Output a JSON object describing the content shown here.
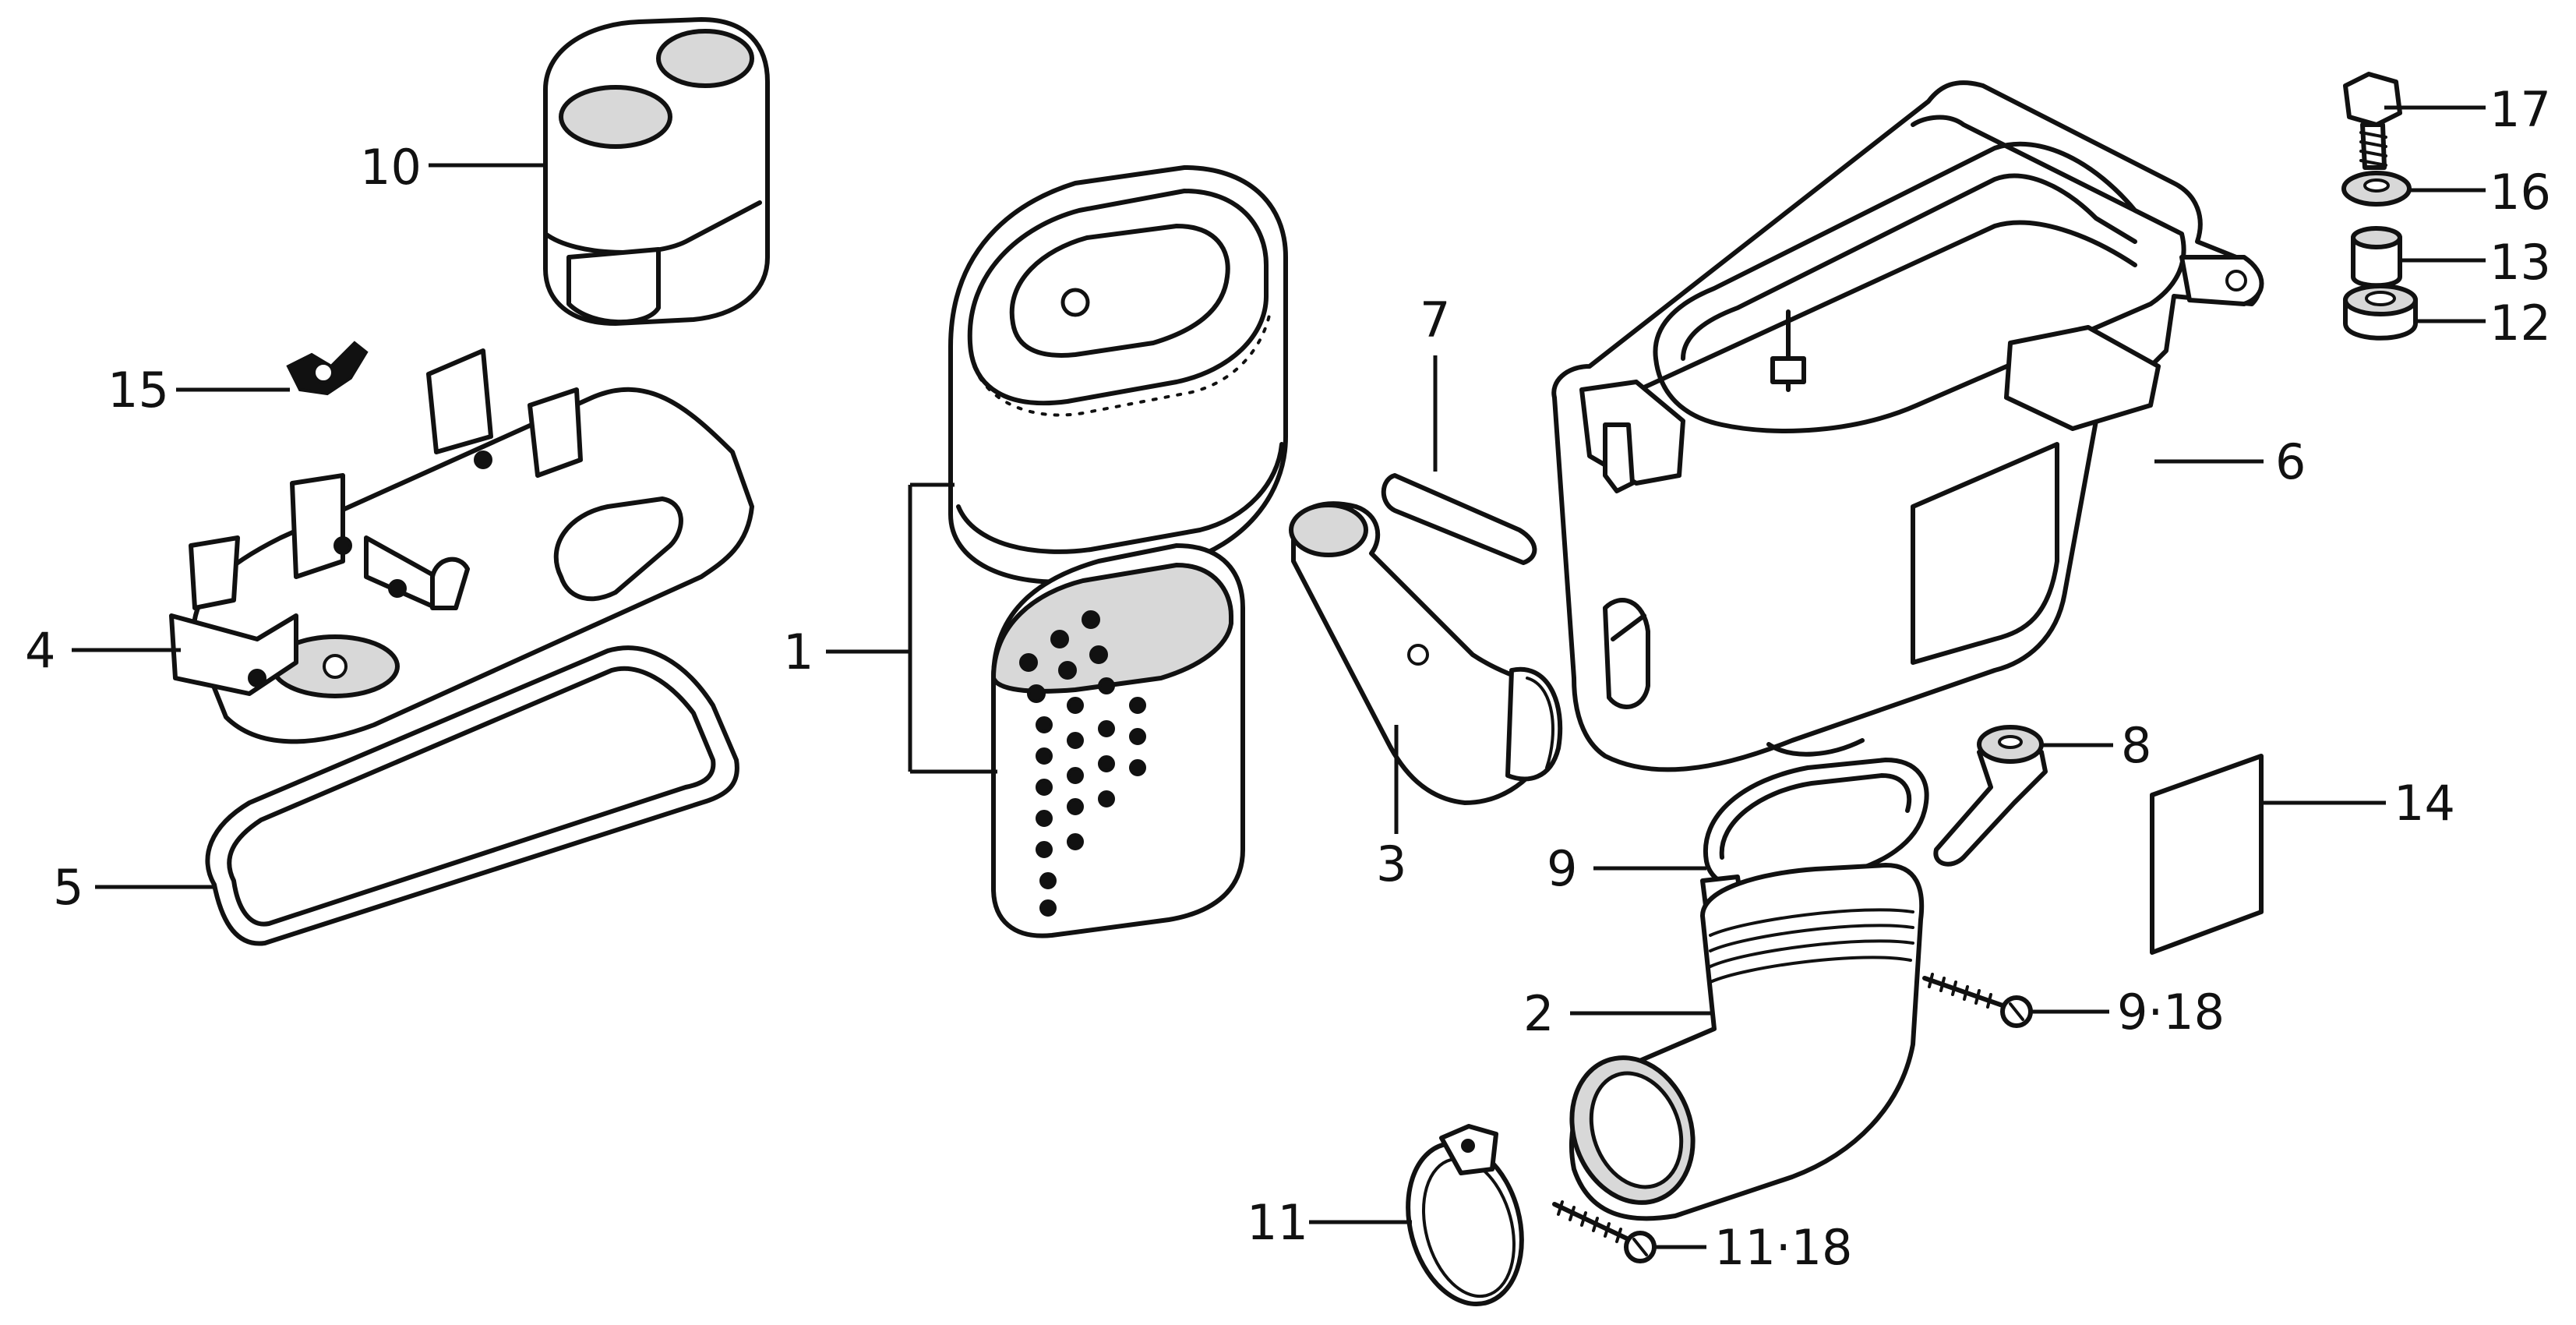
{
  "callouts": {
    "c1": "1",
    "c2": "2",
    "c3": "3",
    "c4": "4",
    "c5": "5",
    "c6": "6",
    "c7": "7",
    "c8": "8",
    "c9": "9",
    "c9_18": "9·18",
    "c10": "10",
    "c11": "11",
    "c11_18": "11·18",
    "c12": "12",
    "c13": "13",
    "c14": "14",
    "c15": "15",
    "c16": "16",
    "c17": "17"
  }
}
